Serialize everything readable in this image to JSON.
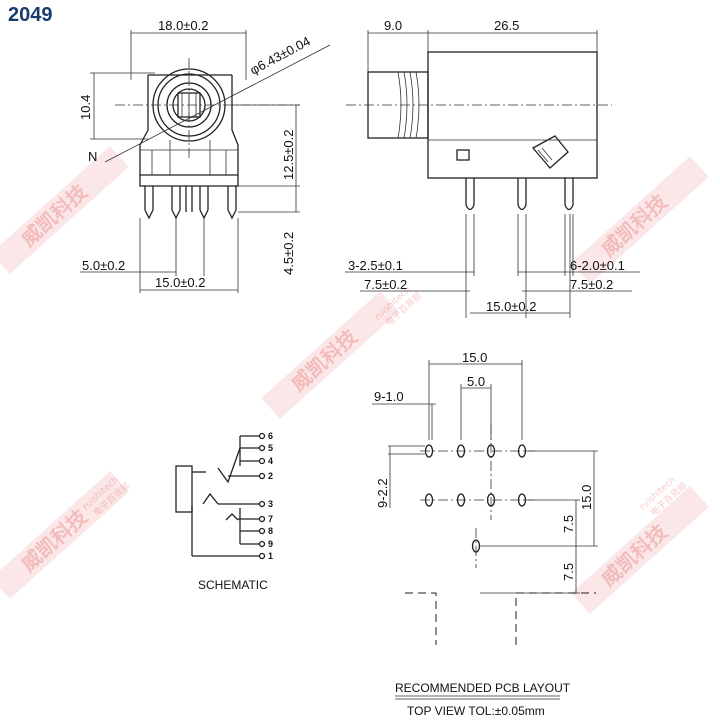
{
  "part_number": "2049",
  "front_view": {
    "width": "18.0±0.2",
    "height": "10.4",
    "hole_diameter": "φ6.43±0.04",
    "center_height": "12.5±0.2",
    "pin_length": "4.5±0.2",
    "pin_offset": "5.0±0.2",
    "pin_span": "15.0±0.2",
    "marker": "N"
  },
  "side_view": {
    "front_length": "9.0",
    "body_length": "26.5",
    "pin_a": "3-2.5±0.1",
    "pin_b": "6-2.0±0.1",
    "pitch_left": "7.5±0.2",
    "pitch_right": "7.5±0.2",
    "span": "15.0±0.2"
  },
  "schematic": {
    "caption": "SCHEMATIC",
    "pins": [
      "6",
      "5",
      "4",
      "2",
      "3",
      "7",
      "8",
      "9",
      "1"
    ]
  },
  "pcb_layout": {
    "width": "15.0",
    "inner": "5.0",
    "hole_a": "9-1.0",
    "hole_b": "9-2.2",
    "height": "15.0",
    "step_upper": "7.5",
    "step_lower": "7.5",
    "title": "RECOMMENDED PCB LAYOUT",
    "subtitle": "TOP VIEW TOL:±0.05mm"
  },
  "watermark": {
    "text": "威凯科技",
    "sub": "电子百货部",
    "url": "ruishitech"
  }
}
